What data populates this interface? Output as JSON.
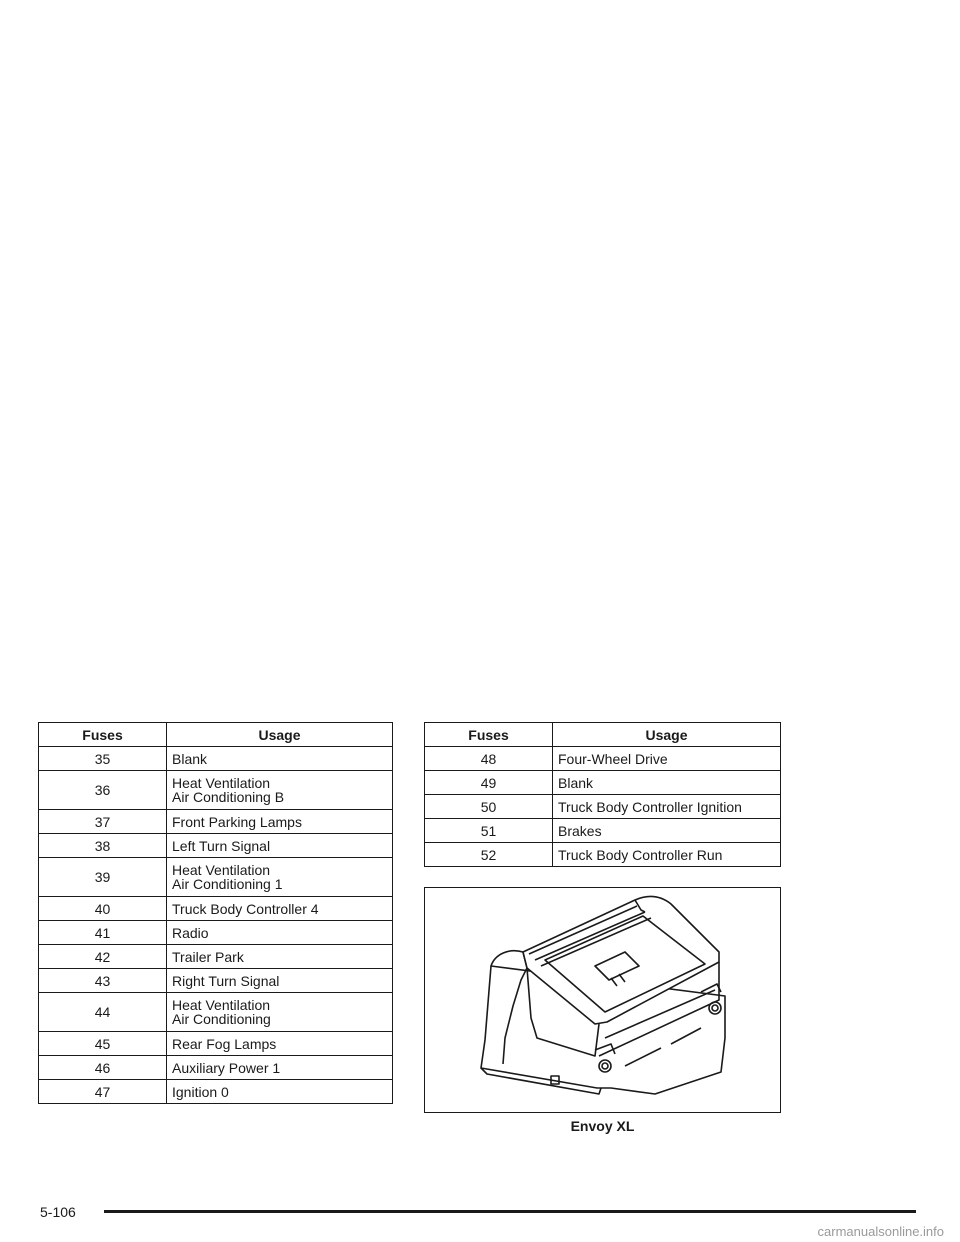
{
  "left_table": {
    "headers": [
      "Fuses",
      "Usage"
    ],
    "rows": [
      {
        "fuse": "35",
        "lines": [
          "Blank"
        ]
      },
      {
        "fuse": "36",
        "lines": [
          "Heat Ventilation",
          "Air Conditioning B"
        ]
      },
      {
        "fuse": "37",
        "lines": [
          "Front Parking Lamps"
        ]
      },
      {
        "fuse": "38",
        "lines": [
          "Left Turn Signal"
        ]
      },
      {
        "fuse": "39",
        "lines": [
          "Heat Ventilation",
          "Air Conditioning 1"
        ]
      },
      {
        "fuse": "40",
        "lines": [
          "Truck Body Controller 4"
        ]
      },
      {
        "fuse": "41",
        "lines": [
          "Radio"
        ]
      },
      {
        "fuse": "42",
        "lines": [
          "Trailer Park"
        ]
      },
      {
        "fuse": "43",
        "lines": [
          "Right Turn Signal"
        ]
      },
      {
        "fuse": "44",
        "lines": [
          "Heat Ventilation",
          "Air Conditioning"
        ]
      },
      {
        "fuse": "45",
        "lines": [
          "Rear Fog Lamps"
        ]
      },
      {
        "fuse": "46",
        "lines": [
          "Auxiliary Power 1"
        ]
      },
      {
        "fuse": "47",
        "lines": [
          "Ignition 0"
        ]
      }
    ]
  },
  "right_table": {
    "headers": [
      "Fuses",
      "Usage"
    ],
    "rows": [
      {
        "fuse": "48",
        "lines": [
          "Four-Wheel Drive"
        ]
      },
      {
        "fuse": "49",
        "lines": [
          "Blank"
        ]
      },
      {
        "fuse": "50",
        "lines": [
          "Truck Body Controller Ignition"
        ]
      },
      {
        "fuse": "51",
        "lines": [
          "Brakes"
        ]
      },
      {
        "fuse": "52",
        "lines": [
          "Truck Body Controller Run"
        ]
      }
    ]
  },
  "figure": {
    "caption": "Envoy XL"
  },
  "footer": {
    "page_number": "5-106",
    "watermark": "carmanualsonline.info"
  }
}
